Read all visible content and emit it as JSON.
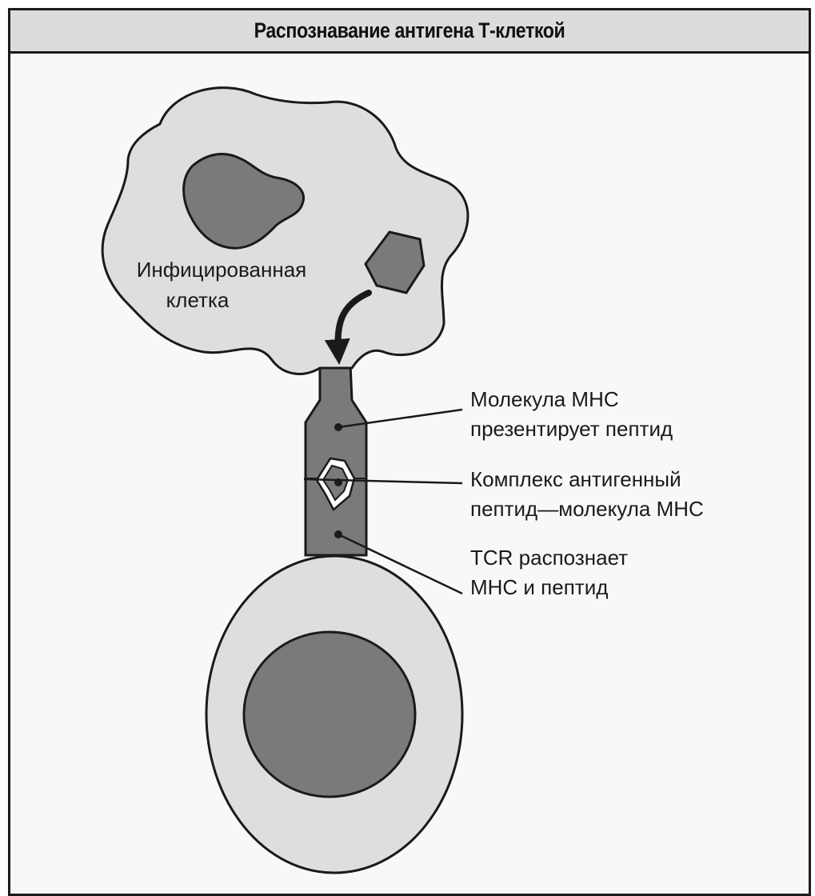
{
  "title": "Распознавание антигена Т-клеткой",
  "labels": {
    "infected_cell_line1": "Инфицированная",
    "infected_cell_line2": "клетка",
    "mhc_line1": "Молекула МНС",
    "mhc_line2": "презентирует пептид",
    "complex_line1": "Комплекс антигенный",
    "complex_line2": "пептид—молекула МНС",
    "tcr_line1": "TCR распознает",
    "tcr_line2": "МНС и пептид"
  },
  "colors": {
    "cell_fill": "#dedede",
    "dark_fill": "#7a7a7a",
    "outline": "#1a1a1a",
    "header_bg": "#dcdcdc",
    "panel_bg": "#f8f8f8"
  }
}
